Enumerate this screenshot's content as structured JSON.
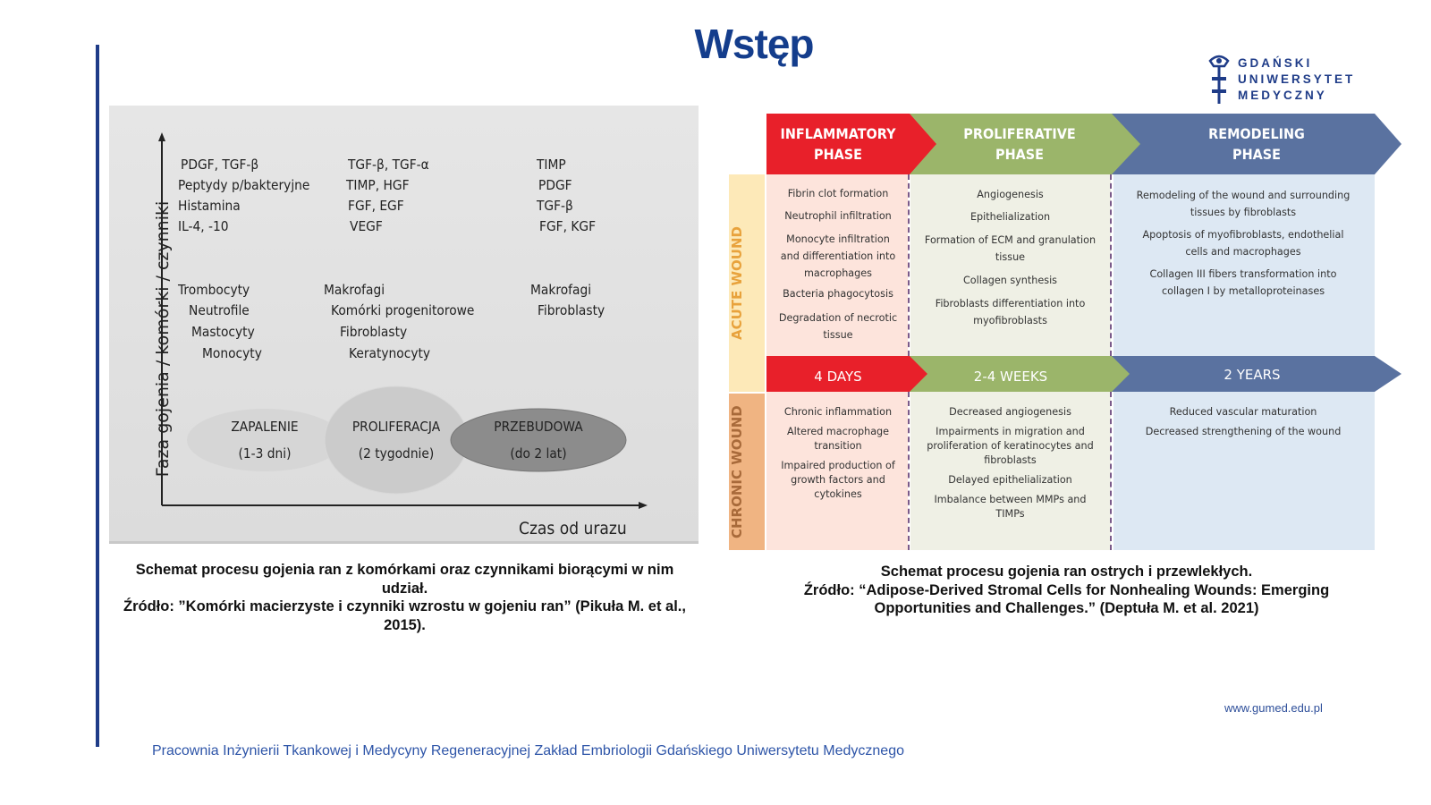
{
  "slide": {
    "title": "Wstęp",
    "footer": "Pracownia  Inżynierii Tkankowej i Medycyny Regeneracyjnej Zakład Embriologii Gdańskiego Uniwersytetu Medycznego",
    "website": "www.gumed.edu.pl"
  },
  "logo": {
    "line1": "GDAŃSKI",
    "line2": "UNIWERSYTET",
    "line3": "MEDYCZNY"
  },
  "left_diagram": {
    "y_axis_label": "Faza gojenia / komórki / czynniki",
    "x_axis_label": "Czas od urazu",
    "factors": [
      [
        "PDGF, TGF-β",
        "Peptydy p/bakteryjne",
        "Histamina",
        "IL-4, -10"
      ],
      [
        "TGF-β, TGF-α",
        "TIMP, HGF",
        "FGF, EGF",
        "VEGF"
      ],
      [
        "TIMP",
        "PDGF",
        "TGF-β",
        "FGF, KGF"
      ]
    ],
    "cells": [
      [
        "Trombocyty",
        "Neutrofile",
        "Mastocyty",
        "Monocyty"
      ],
      [
        "Makrofagi",
        "Komórki progenitorowe",
        "Fibroblasty",
        "Keratynocyty"
      ],
      [
        "Makrofagi",
        "Fibroblasty"
      ]
    ],
    "phases": [
      {
        "name": "ZAPALENIE",
        "duration": "(1-3 dni)"
      },
      {
        "name": "PROLIFERACJA",
        "duration": "(2 tygodnie)"
      },
      {
        "name": "PRZEBUDOWA",
        "duration": "(do 2 lat)"
      }
    ],
    "caption": "Schemat procesu gojenia ran z komórkami oraz czynnikami biorącymi w nim udział.",
    "source": "Źródło: ”Komórki macierzyste i czynniki wzrostu w gojeniu ran” (Pikuła M. et al., 2015)."
  },
  "right_diagram": {
    "phases": [
      "INFLAMMATORY PHASE",
      "PROLIFERATIVE PHASE",
      "REMODELING PHASE"
    ],
    "durations": [
      "4 DAYS",
      "2-4 WEEKS",
      "2 YEARS"
    ],
    "rows": [
      "ACUTE WOUND",
      "CHRONIC WOUND"
    ],
    "acute": [
      [
        "Fibrin clot formation",
        "Neutrophil infiltration",
        "Monocyte infiltration and differentiation into macrophages",
        "Bacteria phagocytosis",
        "Degradation of necrotic tissue"
      ],
      [
        "Angiogenesis",
        "Epithelialization",
        "Formation of ECM and granulation tissue",
        "Collagen synthesis",
        "Fibroblasts differentiation into myofibroblasts"
      ],
      [
        "Remodeling of the wound and surrounding tissues by fibroblasts",
        "Apoptosis of myofibroblasts, endothelial cells and macrophages",
        "Collagen III fibers transformation into collagen I by metalloproteinases"
      ]
    ],
    "chronic": [
      [
        "Chronic inflammation",
        "Altered macrophage transition",
        "Impaired production of growth factors and cytokines"
      ],
      [
        "Decreased angiogenesis",
        "Impairments in migration and proliferation of keratinocytes and fibroblasts",
        "Delayed epithelialization",
        "Imbalance between MMPs and TIMPs"
      ],
      [
        "Reduced vascular maturation",
        "Decreased strengthening of the wound"
      ]
    ],
    "caption": "Schemat procesu gojenia ran ostrych i przewlekłych.",
    "source": "Źródło: “Adipose-Derived Stromal Cells for Nonhealing Wounds: Emerging Opportunities and Challenges.” (Deptuła M. et al. 2021)"
  }
}
